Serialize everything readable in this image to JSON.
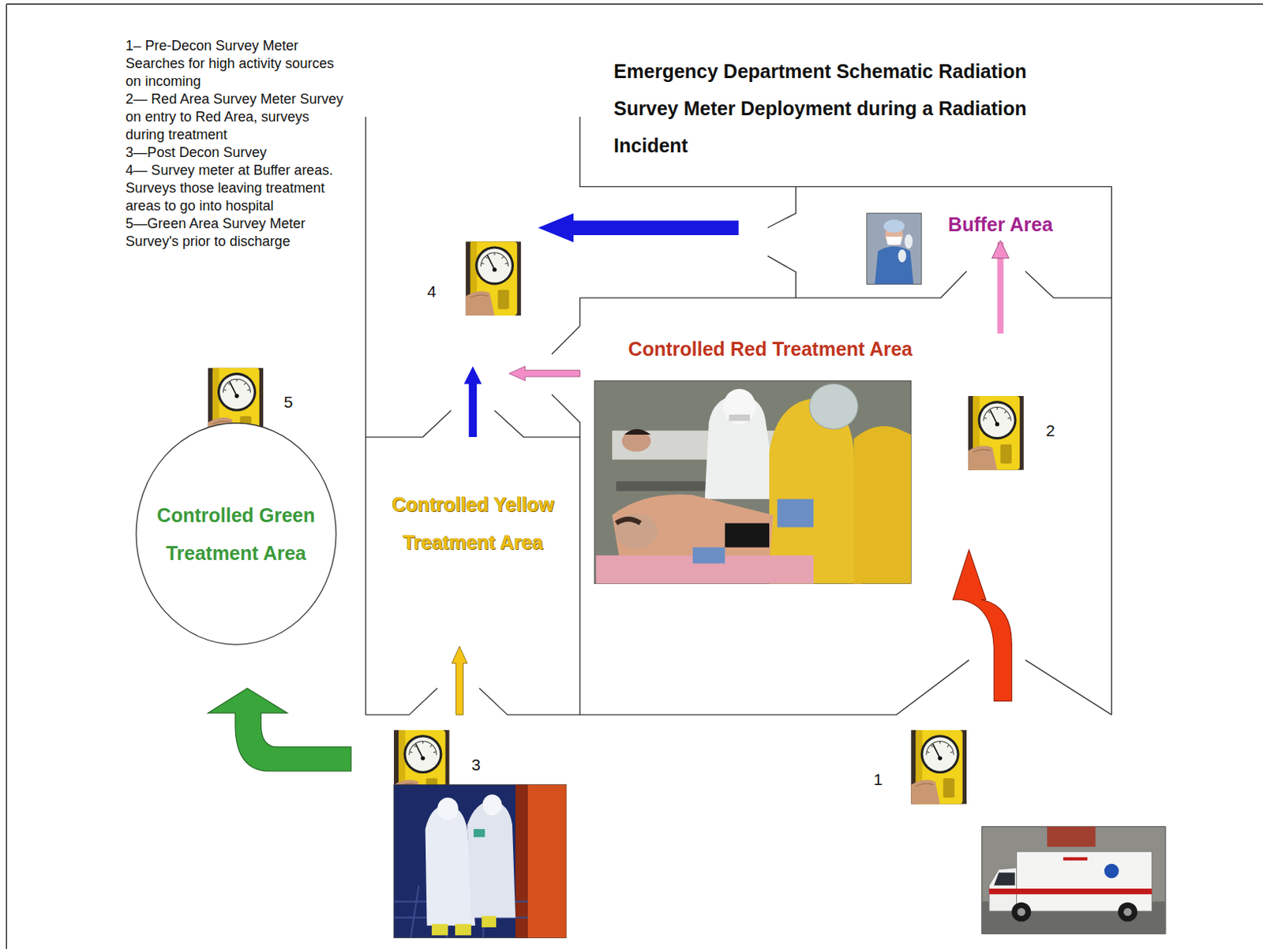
{
  "diagram": {
    "title": "Emergency Department Schematic Radiation Survey Meter Deployment during a Radiation Incident",
    "nodes": [
      {
        "text": [
          "Buffer Area"
        ]
      },
      {
        "text": [
          "Controlled Red Treatment Area"
        ]
      },
      {
        "text": [
          "Controlled Green Treatment Area"
        ]
      },
      {
        "text": [
          "Controlled Yellow Treatment Area"
        ]
      }
    ],
    "edges": [
      {
        "from": 1,
        "to": 0,
        "arrow": "to"
      }
    ],
    "labels": [
      "1– Pre-Decon Survey Meter Searches for high activity sources on incoming",
      "2— Red Area Survey Meter Survey on entry to Red Area, surveys during treatment",
      "3—Post Decon Survey",
      "4— Survey meter at Buffer areas. Surveys those leaving treatment areas to go into hospital",
      "5—Green Area Survey Meter Survey's prior to discharge",
      "4",
      "5",
      "2",
      "3",
      "1"
    ]
  }
}
